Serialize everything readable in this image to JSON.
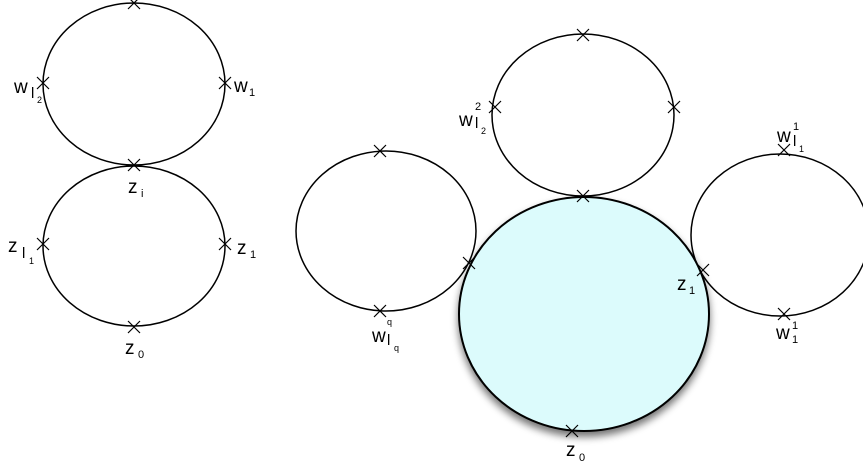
{
  "colors": {
    "stroke": "#000000",
    "disk_fill": "#dcfbfc"
  },
  "labels": {
    "w_l2_left": {
      "main": "w",
      "sub": "l",
      "subsub": "2"
    },
    "w1_left": {
      "main": "w",
      "sub": "1"
    },
    "zi": {
      "main": "z",
      "sub": "i"
    },
    "z_l1": {
      "main": "z",
      "sub": "l",
      "subsub": "1"
    },
    "z1_left": {
      "main": "z",
      "sub": "1"
    },
    "z0_left": {
      "main": "z",
      "sub": "0"
    },
    "w2_l2": {
      "main": "w",
      "sup": "2",
      "sub": "l",
      "subsub": "2"
    },
    "wq_lq": {
      "main": "w",
      "sup": "q",
      "sub": "l",
      "subsub": "q"
    },
    "w1_l1": {
      "main": "w",
      "sup": "1",
      "sub": "l",
      "subsub": "1"
    },
    "w1_1": {
      "main": "w",
      "sup": "1",
      "sub": "1"
    },
    "z1_right": {
      "main": "z",
      "sub": "1"
    },
    "z0_right": {
      "main": "z",
      "sub": "0"
    }
  }
}
